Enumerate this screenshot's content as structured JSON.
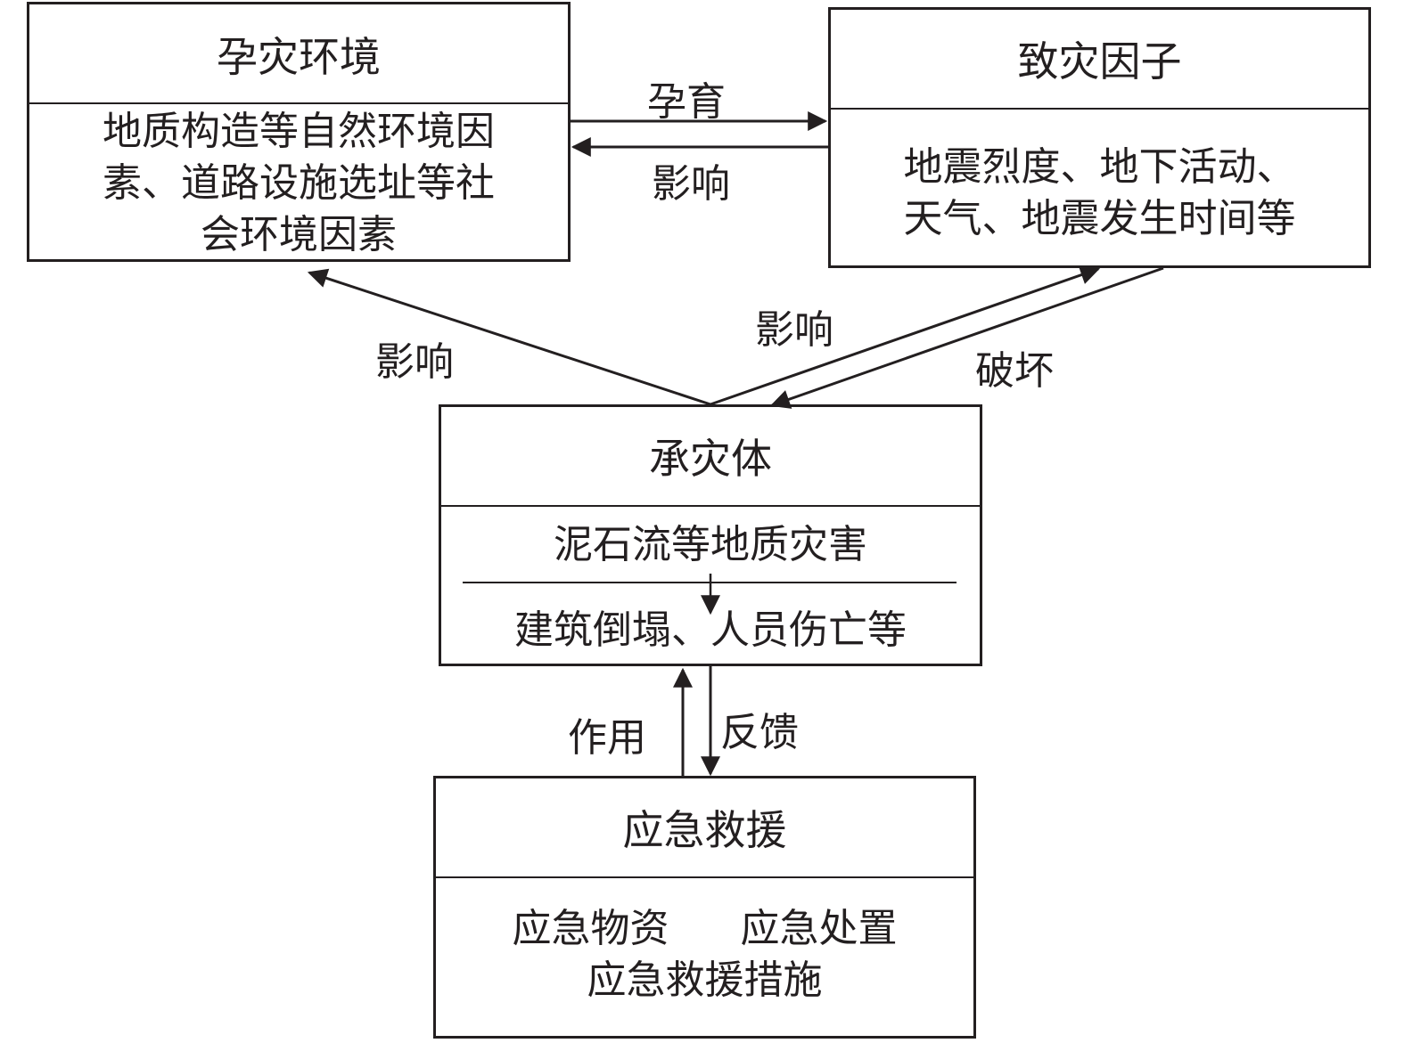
{
  "boxes": {
    "env": {
      "title": "孕灾环境",
      "lines": [
        "地质构造等自然环境因",
        "素、道路设施选址等社",
        "会环境因素"
      ]
    },
    "factor": {
      "title": "致灾因子",
      "lines": [
        "地震烈度、地下活动、",
        "天气、地震发生时间等"
      ]
    },
    "body": {
      "title": "承灾体",
      "upper": "泥石流等地质灾害",
      "lower": "建筑倒塌、人员伤亡等"
    },
    "rescue": {
      "title": "应急救援",
      "line1a": "应急物资",
      "line1b": "应急处置",
      "line2": "应急救援措施"
    }
  },
  "edges": {
    "nurture": "孕育",
    "influence_top": "影响",
    "influence_left": "影响",
    "influence_right": "影响",
    "destroy": "破坏",
    "act": "作用",
    "feedback": "反馈"
  }
}
